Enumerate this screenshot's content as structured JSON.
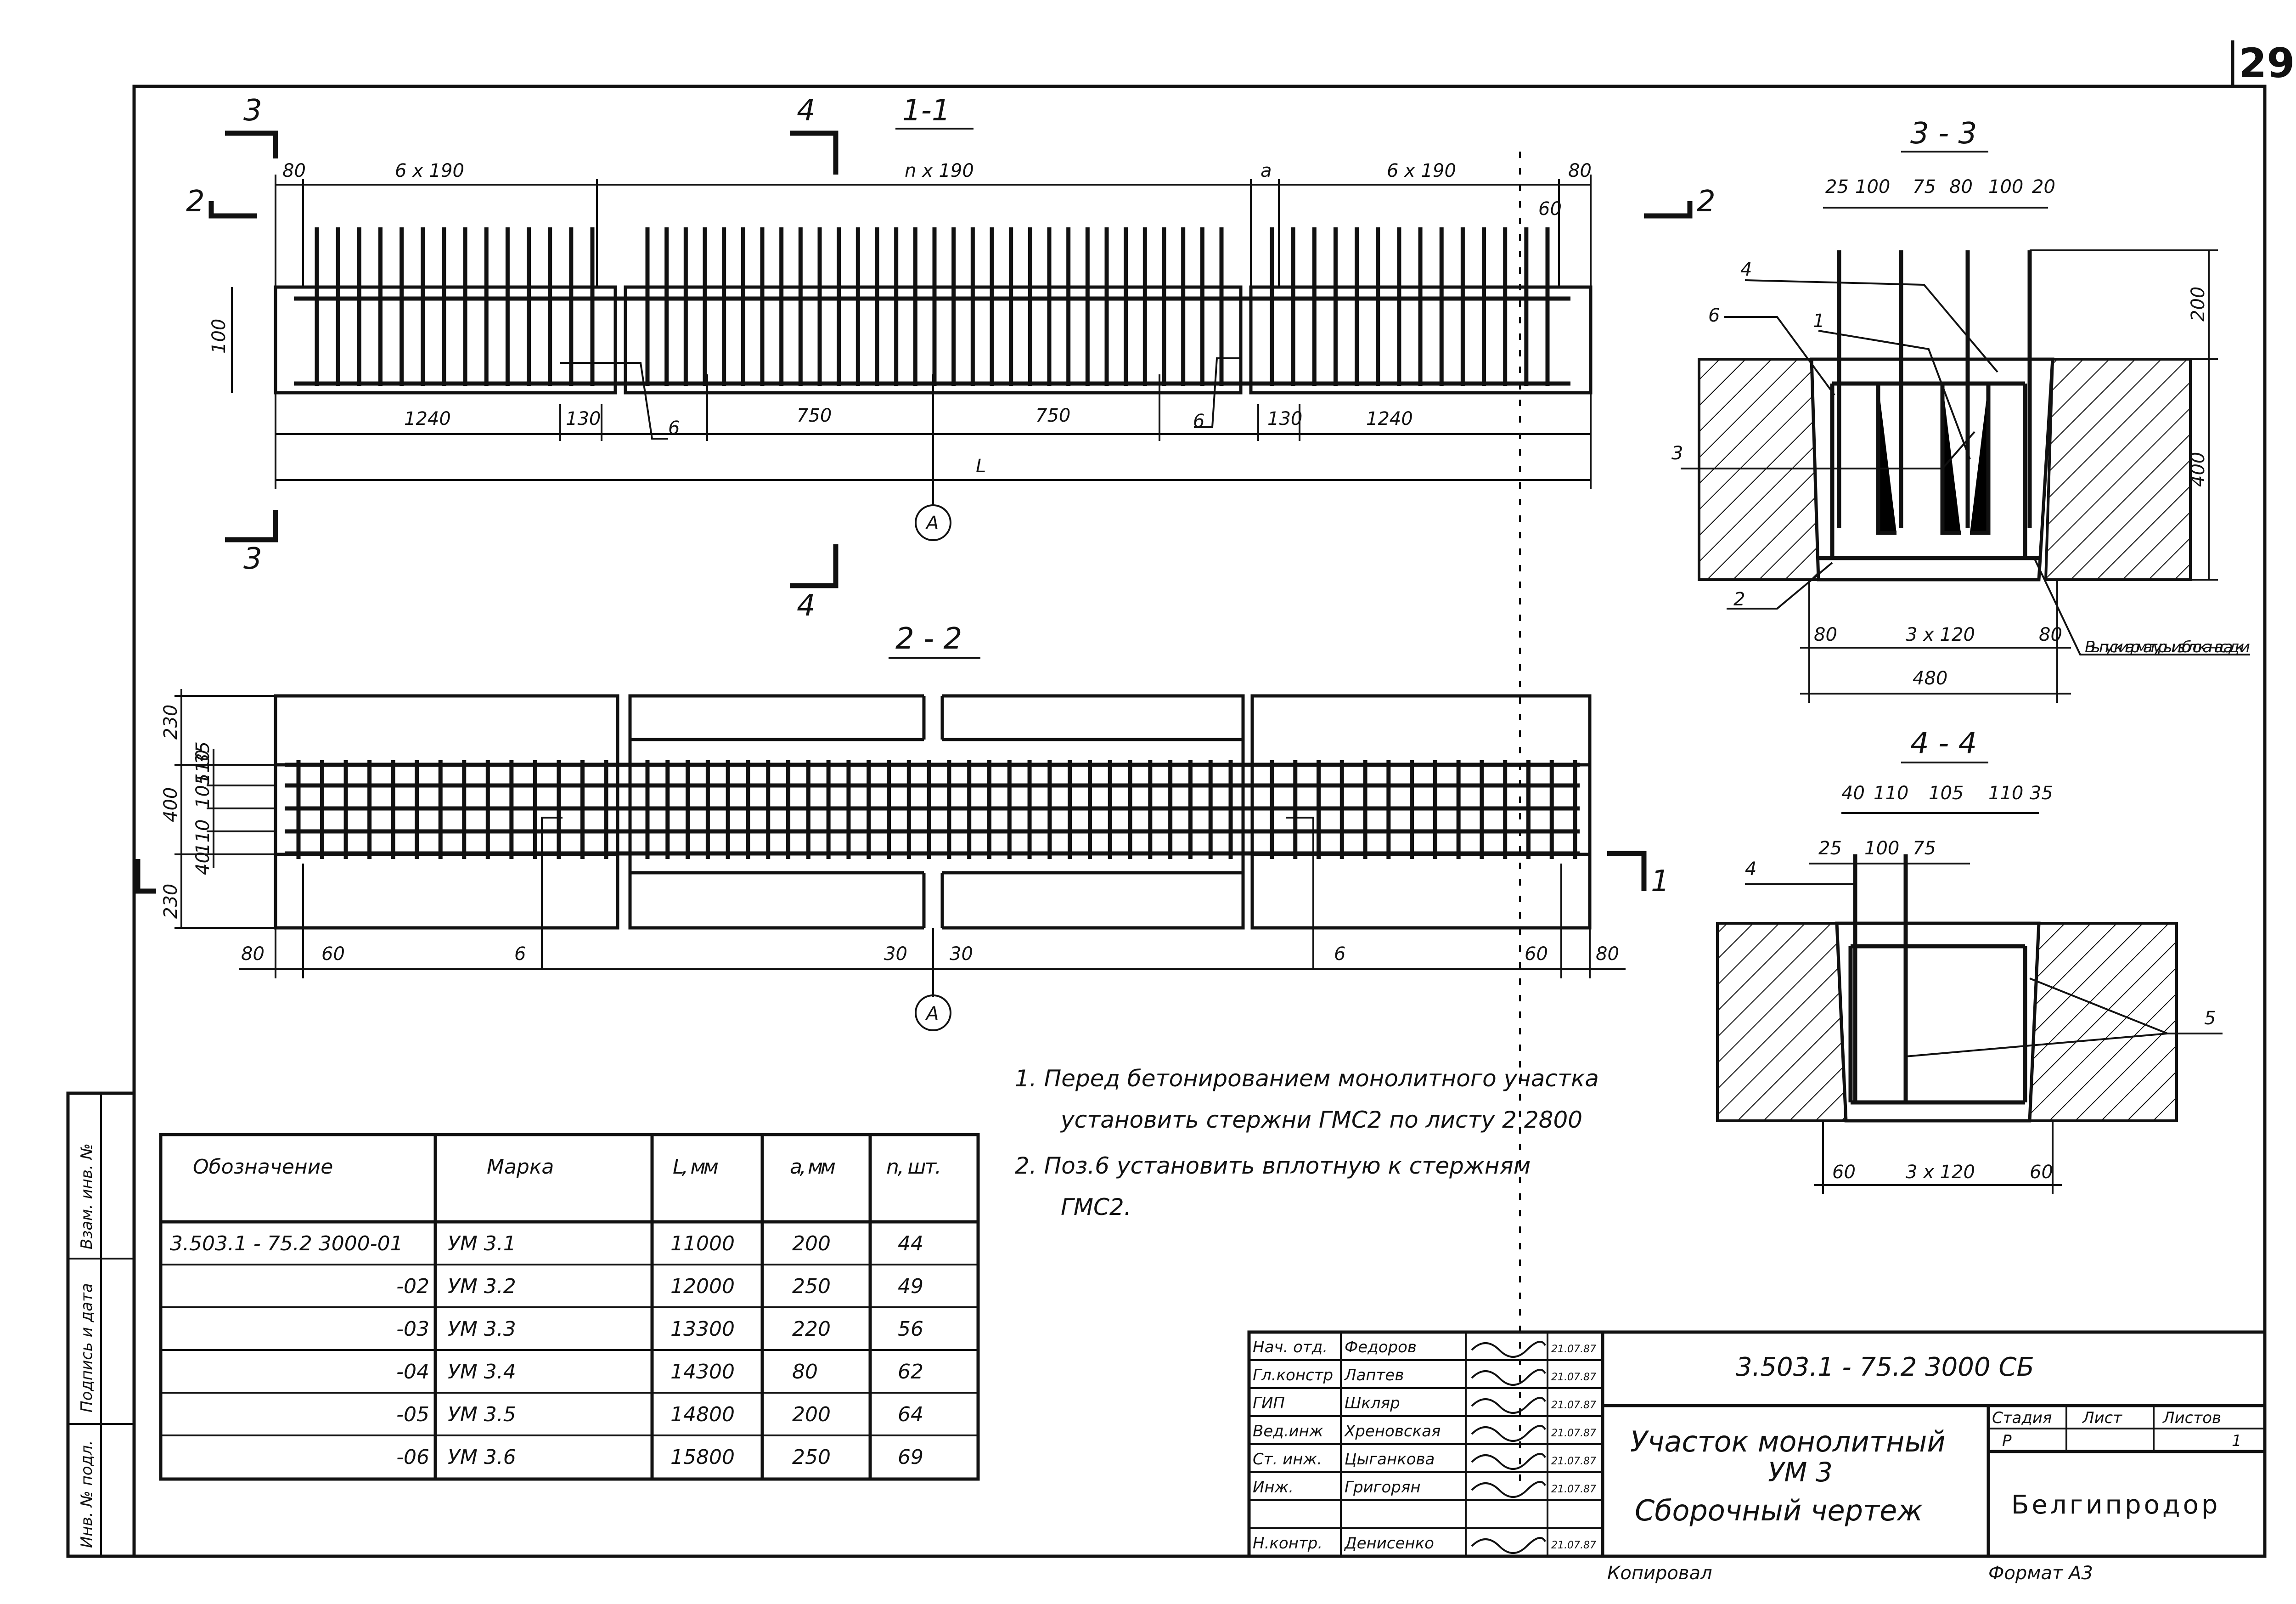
{
  "sheet": {
    "page_number": "29",
    "sections": {
      "s11": "1-1",
      "s22": "2 - 2",
      "s33": "3 - 3",
      "s44": "4 - 4"
    },
    "cut_labels": {
      "c3": "3",
      "c4": "4",
      "c2": "2",
      "c1": "1",
      "axis": "A"
    }
  },
  "section_11_dims": {
    "top": [
      "80",
      "6 x 190",
      "n x 190",
      "a",
      "6 x 190",
      "80"
    ],
    "right_small": "60",
    "height": "100",
    "bottom": [
      "1240",
      "130",
      "6",
      "750",
      "750",
      "6",
      "130",
      "1240"
    ],
    "total": "L"
  },
  "section_22_dims": {
    "left_vert": [
      "230",
      "35",
      "400",
      "110",
      "105",
      "110",
      "40",
      "230"
    ],
    "bottom": [
      "80",
      "60",
      "6",
      "30",
      "30",
      "6",
      "60",
      "80"
    ]
  },
  "section_33": {
    "top": [
      "25",
      "100",
      "75",
      "80",
      "100",
      "20"
    ],
    "right": [
      "200",
      "400"
    ],
    "bottom": [
      "80",
      "3 x 120",
      "80"
    ],
    "total": "480",
    "callouts": [
      "4",
      "6",
      "1",
      "3",
      "2"
    ],
    "note": "Выпуски арматуры из блока насадки"
  },
  "section_44": {
    "top": [
      "40",
      "110",
      "105",
      "110",
      "35"
    ],
    "top2": [
      "25",
      "100",
      "75"
    ],
    "bottom": [
      "60",
      "3 x 120",
      "60"
    ],
    "callouts": [
      "4",
      "5"
    ]
  },
  "notes": [
    "1.  Перед бетонированием монолитного участка установить стержни ГМС2 по листу 2 2800",
    "2.  Поз.6 установить вплотную к стержням ГМС2."
  ],
  "table": {
    "headers": [
      "Обозначение",
      "Марка",
      "L, мм",
      "a, мм",
      "n, шт."
    ],
    "rows": [
      [
        "3.503.1 - 75.2 3000-01",
        "УМ 3.1",
        "11000",
        "200",
        "44"
      ],
      [
        "-02",
        "УМ 3.2",
        "12000",
        "250",
        "49"
      ],
      [
        "-03",
        "УМ 3.3",
        "13300",
        "220",
        "56"
      ],
      [
        "-04",
        "УМ 3.4",
        "14300",
        "80",
        "62"
      ],
      [
        "-05",
        "УМ 3.5",
        "14800",
        "200",
        "64"
      ],
      [
        "-06",
        "УМ 3.6",
        "15800",
        "250",
        "69"
      ]
    ]
  },
  "side_stamp": [
    "Инв. № подл.",
    "Подпись и дата",
    "Взам. инв. №"
  ],
  "title_block": {
    "people": [
      {
        "role": "Нач. отд.",
        "name": "Федоров",
        "date": "21.07.87"
      },
      {
        "role": "Гл.констр",
        "name": "Лаптев",
        "date": "21.07.87"
      },
      {
        "role": "ГИП",
        "name": "Шкляр",
        "date": "21.07.87"
      },
      {
        "role": "Вед.инж",
        "name": "Хреновская",
        "date": "21.07.87"
      },
      {
        "role": "Ст. инж.",
        "name": "Цыганкова",
        "date": "21.07.87"
      },
      {
        "role": "Инж.",
        "name": "Григорян",
        "date": "21.07.87"
      },
      {
        "role": "",
        "name": "",
        "date": ""
      },
      {
        "role": "Н.контр.",
        "name": "Денисенко",
        "date": "21.07.87"
      }
    ],
    "doc_code": "3.503.1 - 75.2   3000 СБ",
    "title_lines": [
      "Участок монолитный",
      "УМ 3",
      "Сборочный чертеж"
    ],
    "stage_head": [
      "Стадия",
      "Лист",
      "Листов"
    ],
    "stage_vals": [
      "Р",
      "",
      "1"
    ],
    "org": "Белгипродор",
    "copied": "Копировал",
    "format": "Формат А3"
  }
}
